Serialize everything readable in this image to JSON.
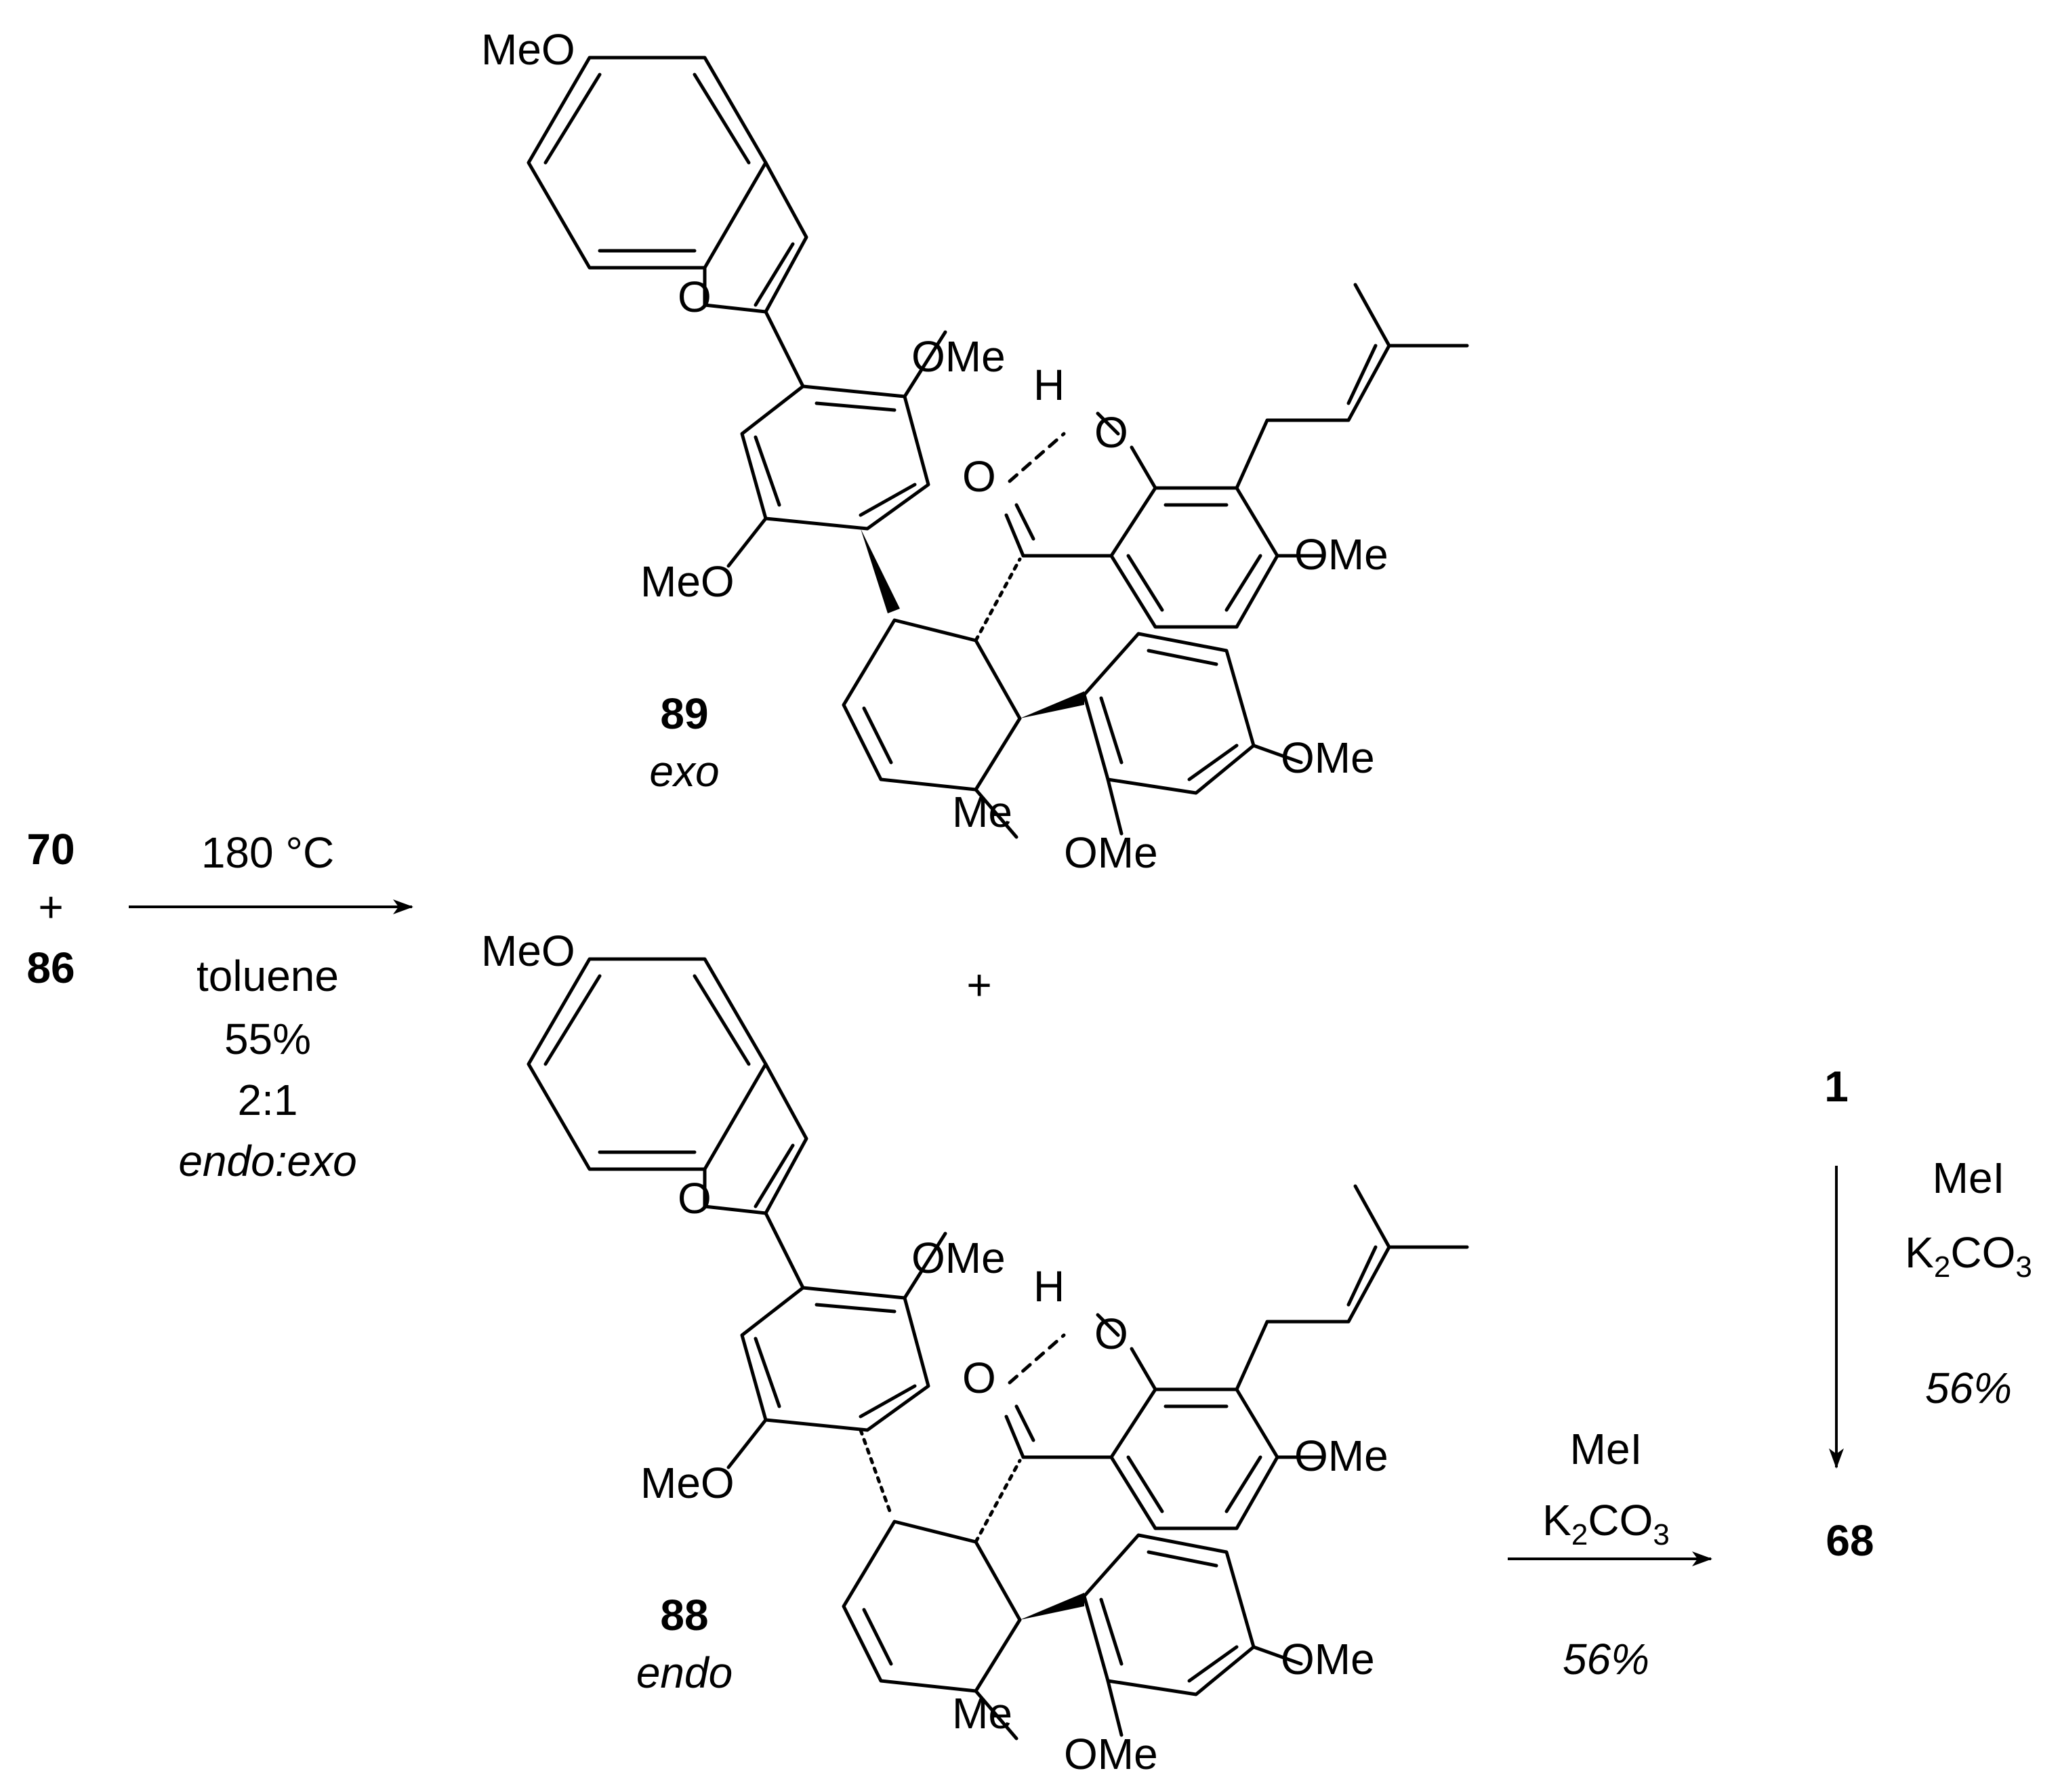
{
  "reactants": {
    "first": "70",
    "plus": "+",
    "second": "86"
  },
  "step1": {
    "above": "180 °C",
    "below": [
      "toluene",
      "55%",
      "2:1"
    ],
    "ratio_label": "endo:exo"
  },
  "products": {
    "exo": {
      "number": "89",
      "descriptor": "exo"
    },
    "endo": {
      "number": "88",
      "descriptor": "endo"
    },
    "plus": "+"
  },
  "atom_labels": {
    "methoxy_left": "MeO",
    "methoxy_right": "OMe",
    "ring_oxygen": "O",
    "carbonyl_oxygen": "O",
    "hydroxyl_oxygen": "O",
    "hydrogen": "H",
    "methyl": "Me"
  },
  "step2": {
    "reagent1": "MeI",
    "reagent2_main": "K",
    "reagent2_sub": "2",
    "reagent2_rest": "CO",
    "reagent2_sub2": "3",
    "yield": "56%"
  },
  "step3": {
    "reagent1": "MeI",
    "reagent2_main": "K",
    "reagent2_sub": "2",
    "reagent2_rest": "CO",
    "reagent2_sub2": "3",
    "yield": "56%"
  },
  "compound_1": "1",
  "compound_68": "68"
}
